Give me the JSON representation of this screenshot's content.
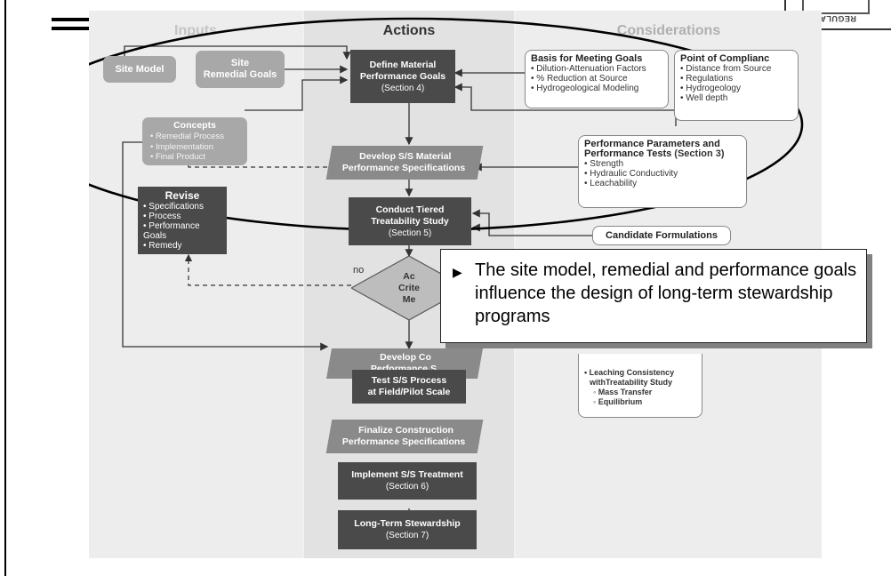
{
  "logo": {
    "text": "REGULATORY"
  },
  "columns": {
    "inputs": "Inputs",
    "actions": "Actions",
    "considerations": "Considerations"
  },
  "inputs": {
    "site_model": "Site Model",
    "site_goals_line1": "Site",
    "site_goals_line2": "Remedial Goals",
    "concepts": {
      "title": "Concepts",
      "items": [
        "Remedial Process",
        "Implementation",
        "Final Product"
      ]
    },
    "revise": {
      "title": "Revise",
      "items": [
        "Specifications",
        "Process",
        "Performance Goals",
        "Remedy"
      ]
    }
  },
  "actions": {
    "define": {
      "line1": "Define Material",
      "line2": "Performance Goals",
      "sub": "(Section 4)"
    },
    "develop_ss": {
      "line1": "Develop S/S Material",
      "line2": "Performance Specifications"
    },
    "tiered": {
      "line1": "Conduct Tiered",
      "line2": "Treatability Study",
      "sub": "(Section 5)"
    },
    "decision": {
      "line1": "Ac",
      "line2": "Crite",
      "line3": "Me",
      "no": "no"
    },
    "develop_co": {
      "line1": "Develop Co",
      "line2": "Performance S"
    },
    "test": {
      "line1": "Test S/S Process",
      "line2": "at Field/Pilot Scale"
    },
    "finalize": {
      "line1": "Finalize Construction",
      "line2": "Performance Specifications"
    },
    "implement": {
      "line1": "Implement S/S Treatment",
      "sub": "(Section 6)"
    },
    "stewardship": {
      "line1": "Long-Term Stewardship",
      "sub": "(Section 7)"
    }
  },
  "considerations": {
    "basis": {
      "title": "Basis for Meeting Goals",
      "items": [
        "Dilution-Attenuation Factors",
        "% Reduction at Source",
        "Hydrogeological Modeling"
      ]
    },
    "poc": {
      "title": "Point of Complianc",
      "items": [
        "Distance from Source",
        "Regulations",
        "Hydrogeology",
        "Well depth"
      ]
    },
    "params": {
      "title1": "Performance Parameters and",
      "title2": "Performance Tests",
      "title2_suffix": " (Section 3)",
      "items": [
        "Strength",
        "Hydraulic Conductivity",
        "Leachability"
      ]
    },
    "candidate": "Candidate Formulations",
    "leaching": {
      "line1": "Leaching Consistency",
      "line2": "withTreatability Study",
      "sub_items": [
        "Mass Transfer",
        "Equilibrium"
      ]
    }
  },
  "callout": {
    "bullet": "▶",
    "text": "The site model, remedial and performance goals influence the design of long-term stewardship programs"
  }
}
